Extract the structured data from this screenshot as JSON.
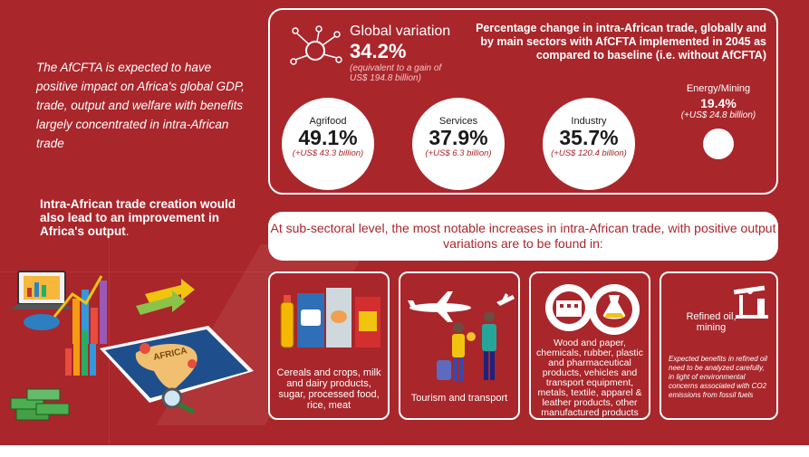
{
  "intro": "The AfCFTA is expected to have positive impact on Africa's global GDP, trade, output and welfare with benefits largely concentrated in intra-African trade",
  "output_note": {
    "text": "Intra-African trade creation would also lead to an improvement in Africa's output",
    "period": "."
  },
  "illustration": {
    "map_label": "AFRICA"
  },
  "global_variation": {
    "label": "Global variation",
    "value": "34.2%",
    "sub": "(equivalent to a gain of US$ 194.8 billion)",
    "icon": "network-icon"
  },
  "heading": "Percentage change in intra-African trade, globally and by main sectors with AfCFTA implemented in 2045  as compared to baseline (i.e. without AfCFTA)",
  "sectors": [
    {
      "label": "Agrifood",
      "value": "49.1%",
      "sub": "(+US$ 43.3 billion)"
    },
    {
      "label": "Services",
      "value": "37.9%",
      "sub": "(+US$ 6.3 billion)"
    },
    {
      "label": "Industry",
      "value": "35.7%",
      "sub": "(+US$ 120.4 billion)"
    },
    {
      "label": "Energy/Mining",
      "value": "19.4%",
      "sub": "(+US$ 24.8 billion)"
    }
  ],
  "banner": "At sub-sectoral level, the most notable increases in intra-African trade, with positive output variations are to be found in:",
  "subsectors": [
    {
      "text": "Cereals and crops, milk and dairy products, sugar, processed food, rice, meat",
      "icon": "groceries-icon"
    },
    {
      "text": "Tourism and transport",
      "icon": "travelers-icon"
    },
    {
      "text": "Wood and paper, chemicals, rubber, plastic and pharmaceutical products, vehicles and transport equipment, metals, textile, apparel & leather products, other manufactured products",
      "icon": "factory-gear-icon"
    },
    {
      "text": "Refined oil, mining",
      "note": "Expected benefits in refined oil need to be analyzed carefully, in light of environmental concerns associated with CO2 emissions from fossil fuels",
      "icon": "oil-pump-icon"
    }
  ],
  "colors": {
    "background": "#a9262b",
    "white": "#ffffff"
  }
}
